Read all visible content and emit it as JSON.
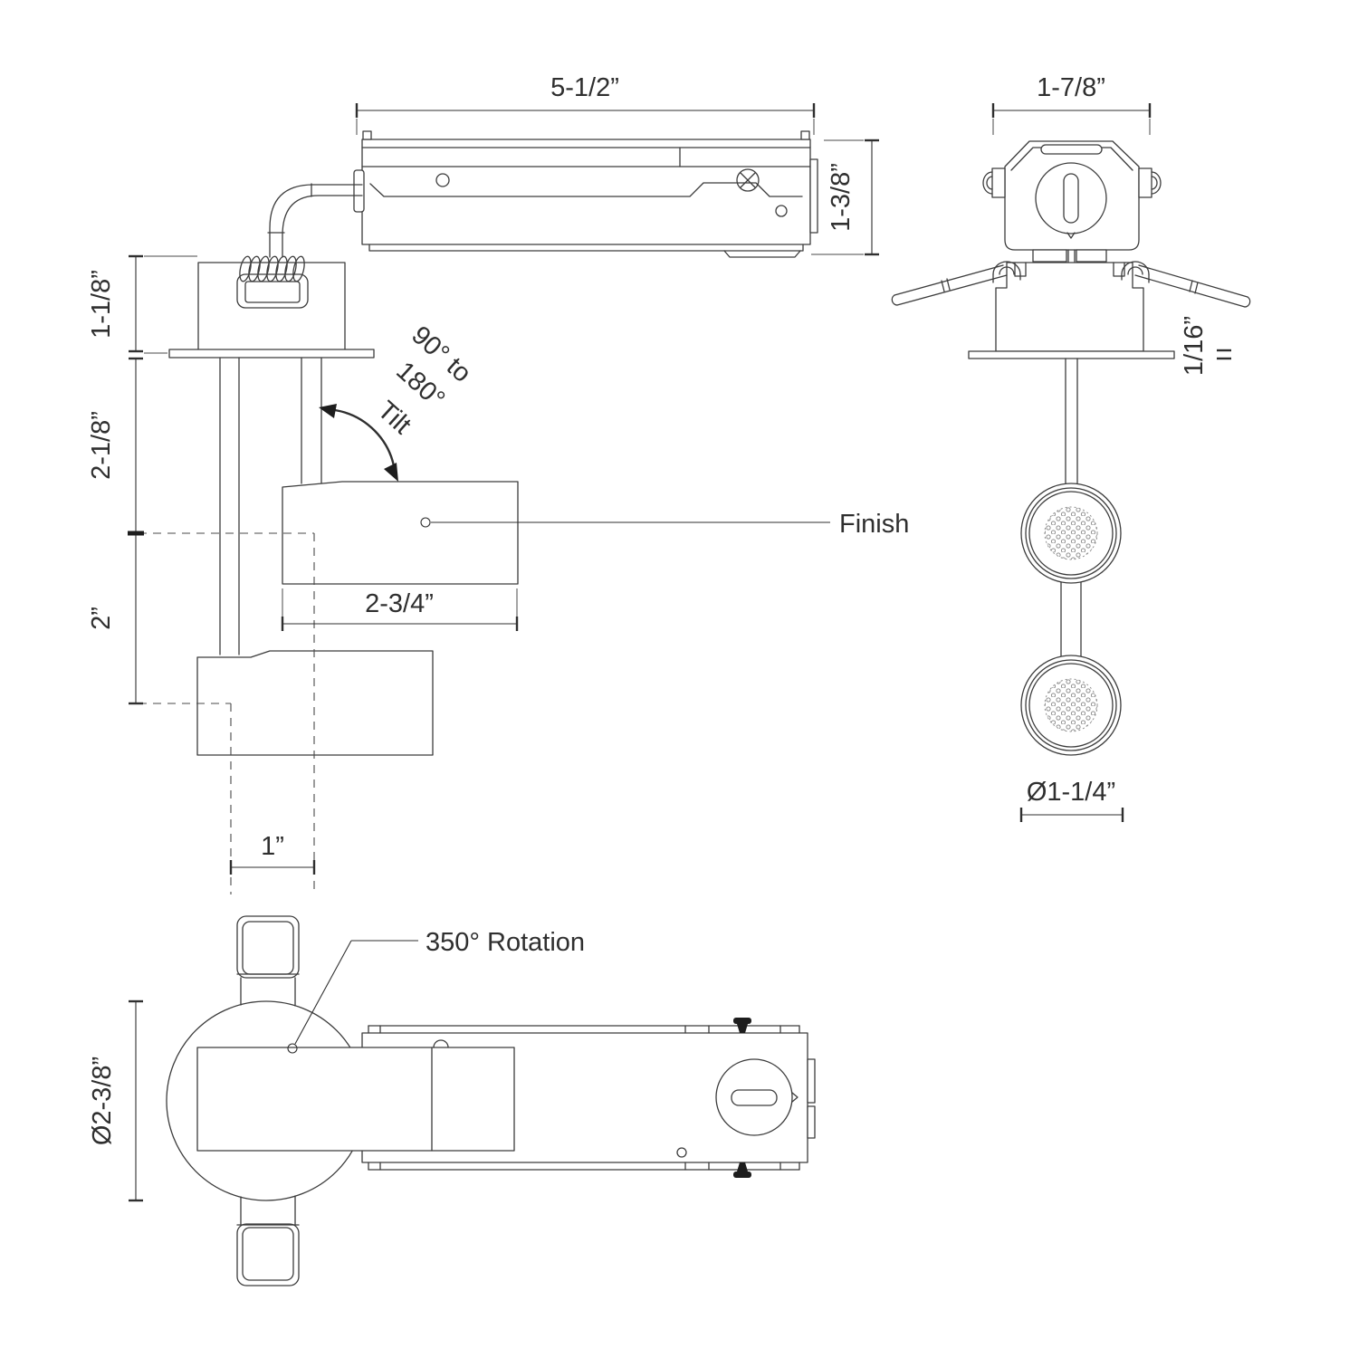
{
  "side_view": {
    "dim_box_width": "5-1/2”",
    "dim_box_height": "1-3/8”",
    "dim_recess_depth": "1-1/8”",
    "dim_drop": "2-1/8”",
    "dim_head_drop": "2”",
    "dim_head_length": "2-3/4”",
    "dim_offset": "1”",
    "tilt_line1": "90° to",
    "tilt_line2": "180°",
    "tilt_line3": "Tilt",
    "finish_label": "Finish"
  },
  "front_view": {
    "dim_box_width": "1-7/8”",
    "dim_flange_thickness": "1/16”",
    "dim_lens_diameter": "Ø1-1/4”"
  },
  "bottom_view": {
    "dim_trim_diameter": "Ø2-3/8”",
    "rotation_label": "350° Rotation"
  }
}
